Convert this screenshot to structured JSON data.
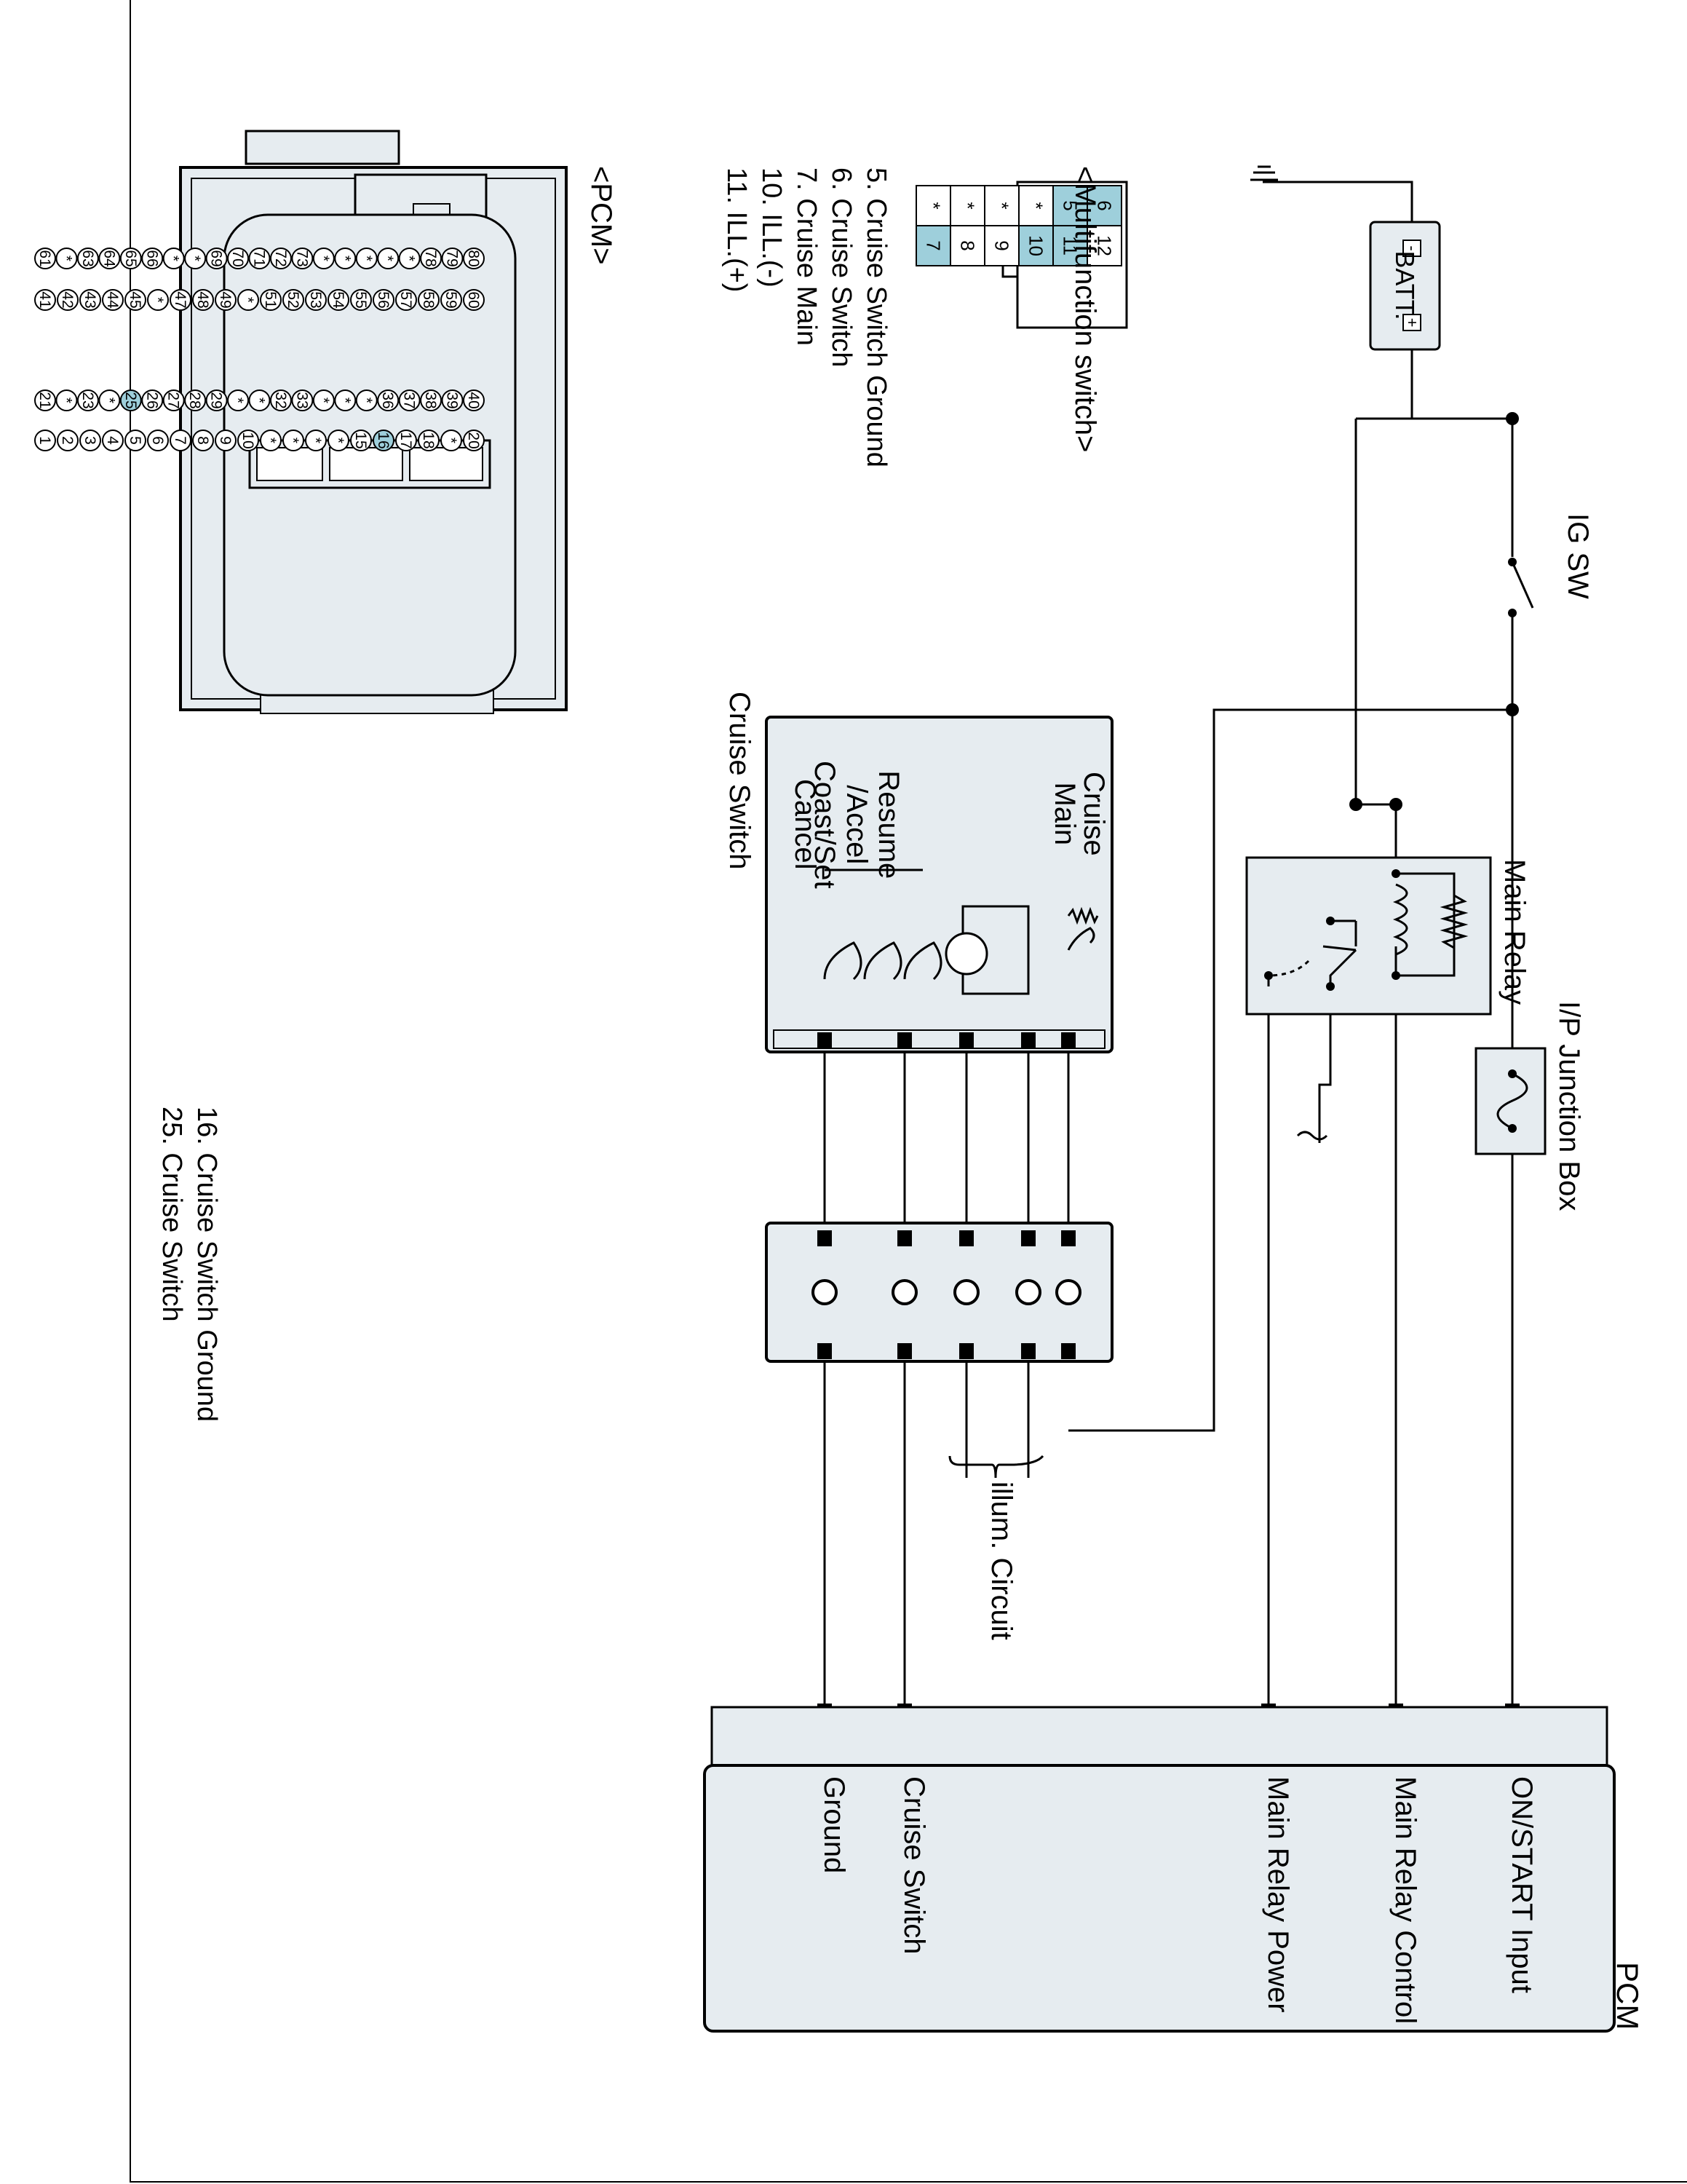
{
  "battery": {
    "label": "BATT.",
    "minus": "-",
    "plus": "+"
  },
  "ig_switch": {
    "label": "IG SW"
  },
  "ip_junction_box": {
    "label": "I/P Junction Box"
  },
  "main_relay": {
    "label": "Main Relay"
  },
  "cruise_switch": {
    "title": "Cruise Switch",
    "positions": [
      "Cruise\nMain",
      "Resume\n/Accel\nCoast/Set",
      "Cancel"
    ]
  },
  "illum_circuit": {
    "label": "illum. Circuit"
  },
  "pcm_block": {
    "title": "PCM",
    "terminals": [
      "ON/START Input",
      "Main Relay Control",
      "Main Relay Power",
      "Cruise Switch",
      "Ground"
    ]
  },
  "multifunction_connector": {
    "title": "<Multifunction switch>",
    "cells": [
      [
        "6",
        "5",
        "*",
        "*",
        "*",
        "*"
      ],
      [
        "12",
        "11",
        "10",
        "9",
        "8",
        "7"
      ]
    ],
    "highlighted": [
      "6",
      "5",
      "11",
      "10",
      "7"
    ],
    "notes": [
      "5. Cruise Switch Ground",
      "6. Cruise Switch",
      "7. Cruise Main",
      "10. ILL.(-)",
      "11. ILL.(+)"
    ]
  },
  "pcm_connector": {
    "title": "<PCM>",
    "rows": [
      [
        "20",
        "*",
        "18",
        "17",
        "16",
        "15",
        "*",
        "*",
        "*",
        "*",
        "10",
        "9",
        "8",
        "7",
        "6",
        "5",
        "4",
        "3",
        "2",
        "1"
      ],
      [
        "40",
        "39",
        "38",
        "37",
        "36",
        "*",
        "*",
        "*",
        "33",
        "32",
        "*",
        "*",
        "29",
        "28",
        "27",
        "26",
        "25",
        "*",
        "23",
        "*",
        "21"
      ],
      [
        "60",
        "59",
        "58",
        "57",
        "56",
        "55",
        "54",
        "53",
        "52",
        "51",
        "*",
        "49",
        "48",
        "47",
        "*",
        "45",
        "44",
        "43",
        "42",
        "41"
      ],
      [
        "80",
        "79",
        "78",
        "*",
        "*",
        "*",
        "*",
        "*",
        "73",
        "72",
        "71",
        "70",
        "69",
        "*",
        "*",
        "66",
        "65",
        "64",
        "63",
        "*",
        "61"
      ]
    ],
    "highlighted": [
      "16",
      "25"
    ],
    "notes": [
      "16. Cruise Switch Ground",
      "25. Cruise Switch"
    ]
  },
  "colors": {
    "component_fill": "#e6ecf0",
    "pin_highlight": "#9ecfdb",
    "line": "#000000"
  }
}
